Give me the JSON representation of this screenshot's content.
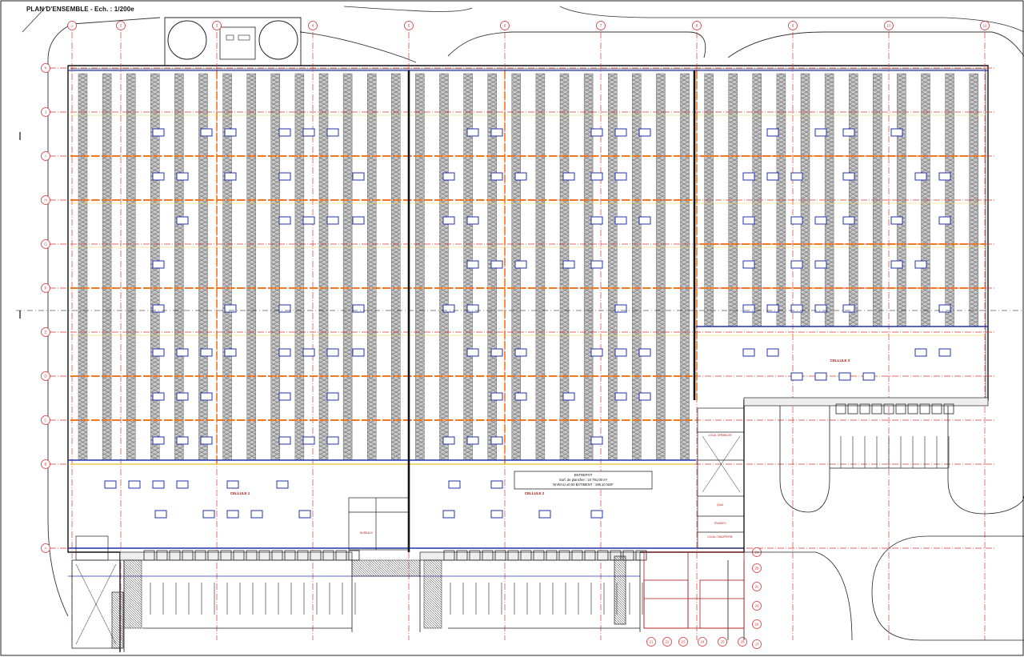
{
  "title": "PLAN D'ENSEMBLE - Ech. : 1/200e",
  "grid_columns": [
    "1",
    "2",
    "3",
    "4",
    "5",
    "6",
    "7",
    "8",
    "9",
    "10",
    "11"
  ],
  "grid_rows": [
    "K",
    "J",
    "I",
    "H",
    "G",
    "F",
    "E",
    "D",
    "C",
    "B",
    "A"
  ],
  "local_columns": [
    "21",
    "22",
    "23",
    "24",
    "25",
    "26"
  ],
  "local_rows": [
    "2a",
    "2b",
    "2c",
    "2d",
    "2e",
    "2f"
  ],
  "cells": [
    {
      "name": "CELLULE 1"
    },
    {
      "name": "CELLULE 2"
    },
    {
      "name": "CELLULE 3"
    }
  ],
  "entrepot": {
    "heading": "ENTREPOT",
    "surface": "Surf. de plancher : 24 791,00 m²",
    "level": "NIVEAU ±0,00 BATIMENT : 196,10 NGF"
  },
  "rooms": [
    "BUREAUX",
    "QUAI",
    "TRANSFO",
    "LOCAL CHAUFFERIE",
    "LOCAL SPRINKLER"
  ],
  "colors": {
    "rack": "#9a9a9a",
    "grid": "#d63a3a",
    "firewall": "#f07820",
    "structure": "#2233aa",
    "line": "#222222"
  }
}
